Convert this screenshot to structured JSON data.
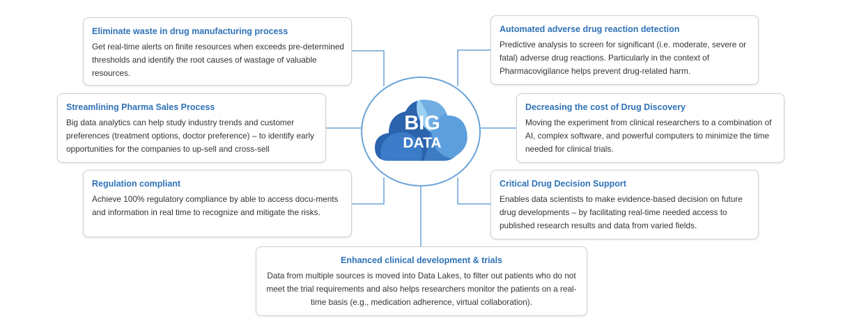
{
  "hub": {
    "line1": "BIG",
    "line2": "DATA"
  },
  "cards": [
    {
      "title": "Eliminate waste in drug manufacturing process",
      "text": "Get real-time alerts on finite resources when exceeds pre-determined thresholds and identify the root causes of wastage of valuable resources."
    },
    {
      "title": "Streamlining Pharma Sales Process",
      "text": "Big data analytics can help study industry trends and customer preferences (treatment options, doctor preference) – to identify early opportunities for the companies to up-sell and cross-sell"
    },
    {
      "title": "Regulation compliant",
      "text": "Achieve 100% regulatory compliance by able to access docu-ments and information in real time to recognize and mitigate the risks."
    },
    {
      "title": "Automated adverse drug reaction detection",
      "text": "Predictive analysis to screen for significant (i.e. moderate, severe or fatal) adverse drug reactions. Particularly in the context of Pharmacovigilance helps prevent drug-related harm."
    },
    {
      "title": "Decreasing the cost of Drug Discovery",
      "text": "Moving the experiment from clinical researchers to a combination of AI, complex software, and powerful computers to minimize the time needed for clinical trials."
    },
    {
      "title": "Critical Drug Decision Support",
      "text": "Enables data scientists to make evidence-based decision on future drug developments – by facilitating real-time needed access to published research results and data from varied fields."
    },
    {
      "title": "Enhanced clinical development & trials",
      "text": "Data from multiple sources is moved into Data Lakes, to filter out patients who do not meet the trial requirements and also helps researchers monitor the patients on a real-time basis (e.g., medication adherence, virtual collaboration)."
    }
  ],
  "colors": {
    "title": "#2f72b7",
    "connector": "#6aa3d8",
    "cloud_dark": "#2b63ad",
    "cloud_light": "#9bd0f3"
  }
}
